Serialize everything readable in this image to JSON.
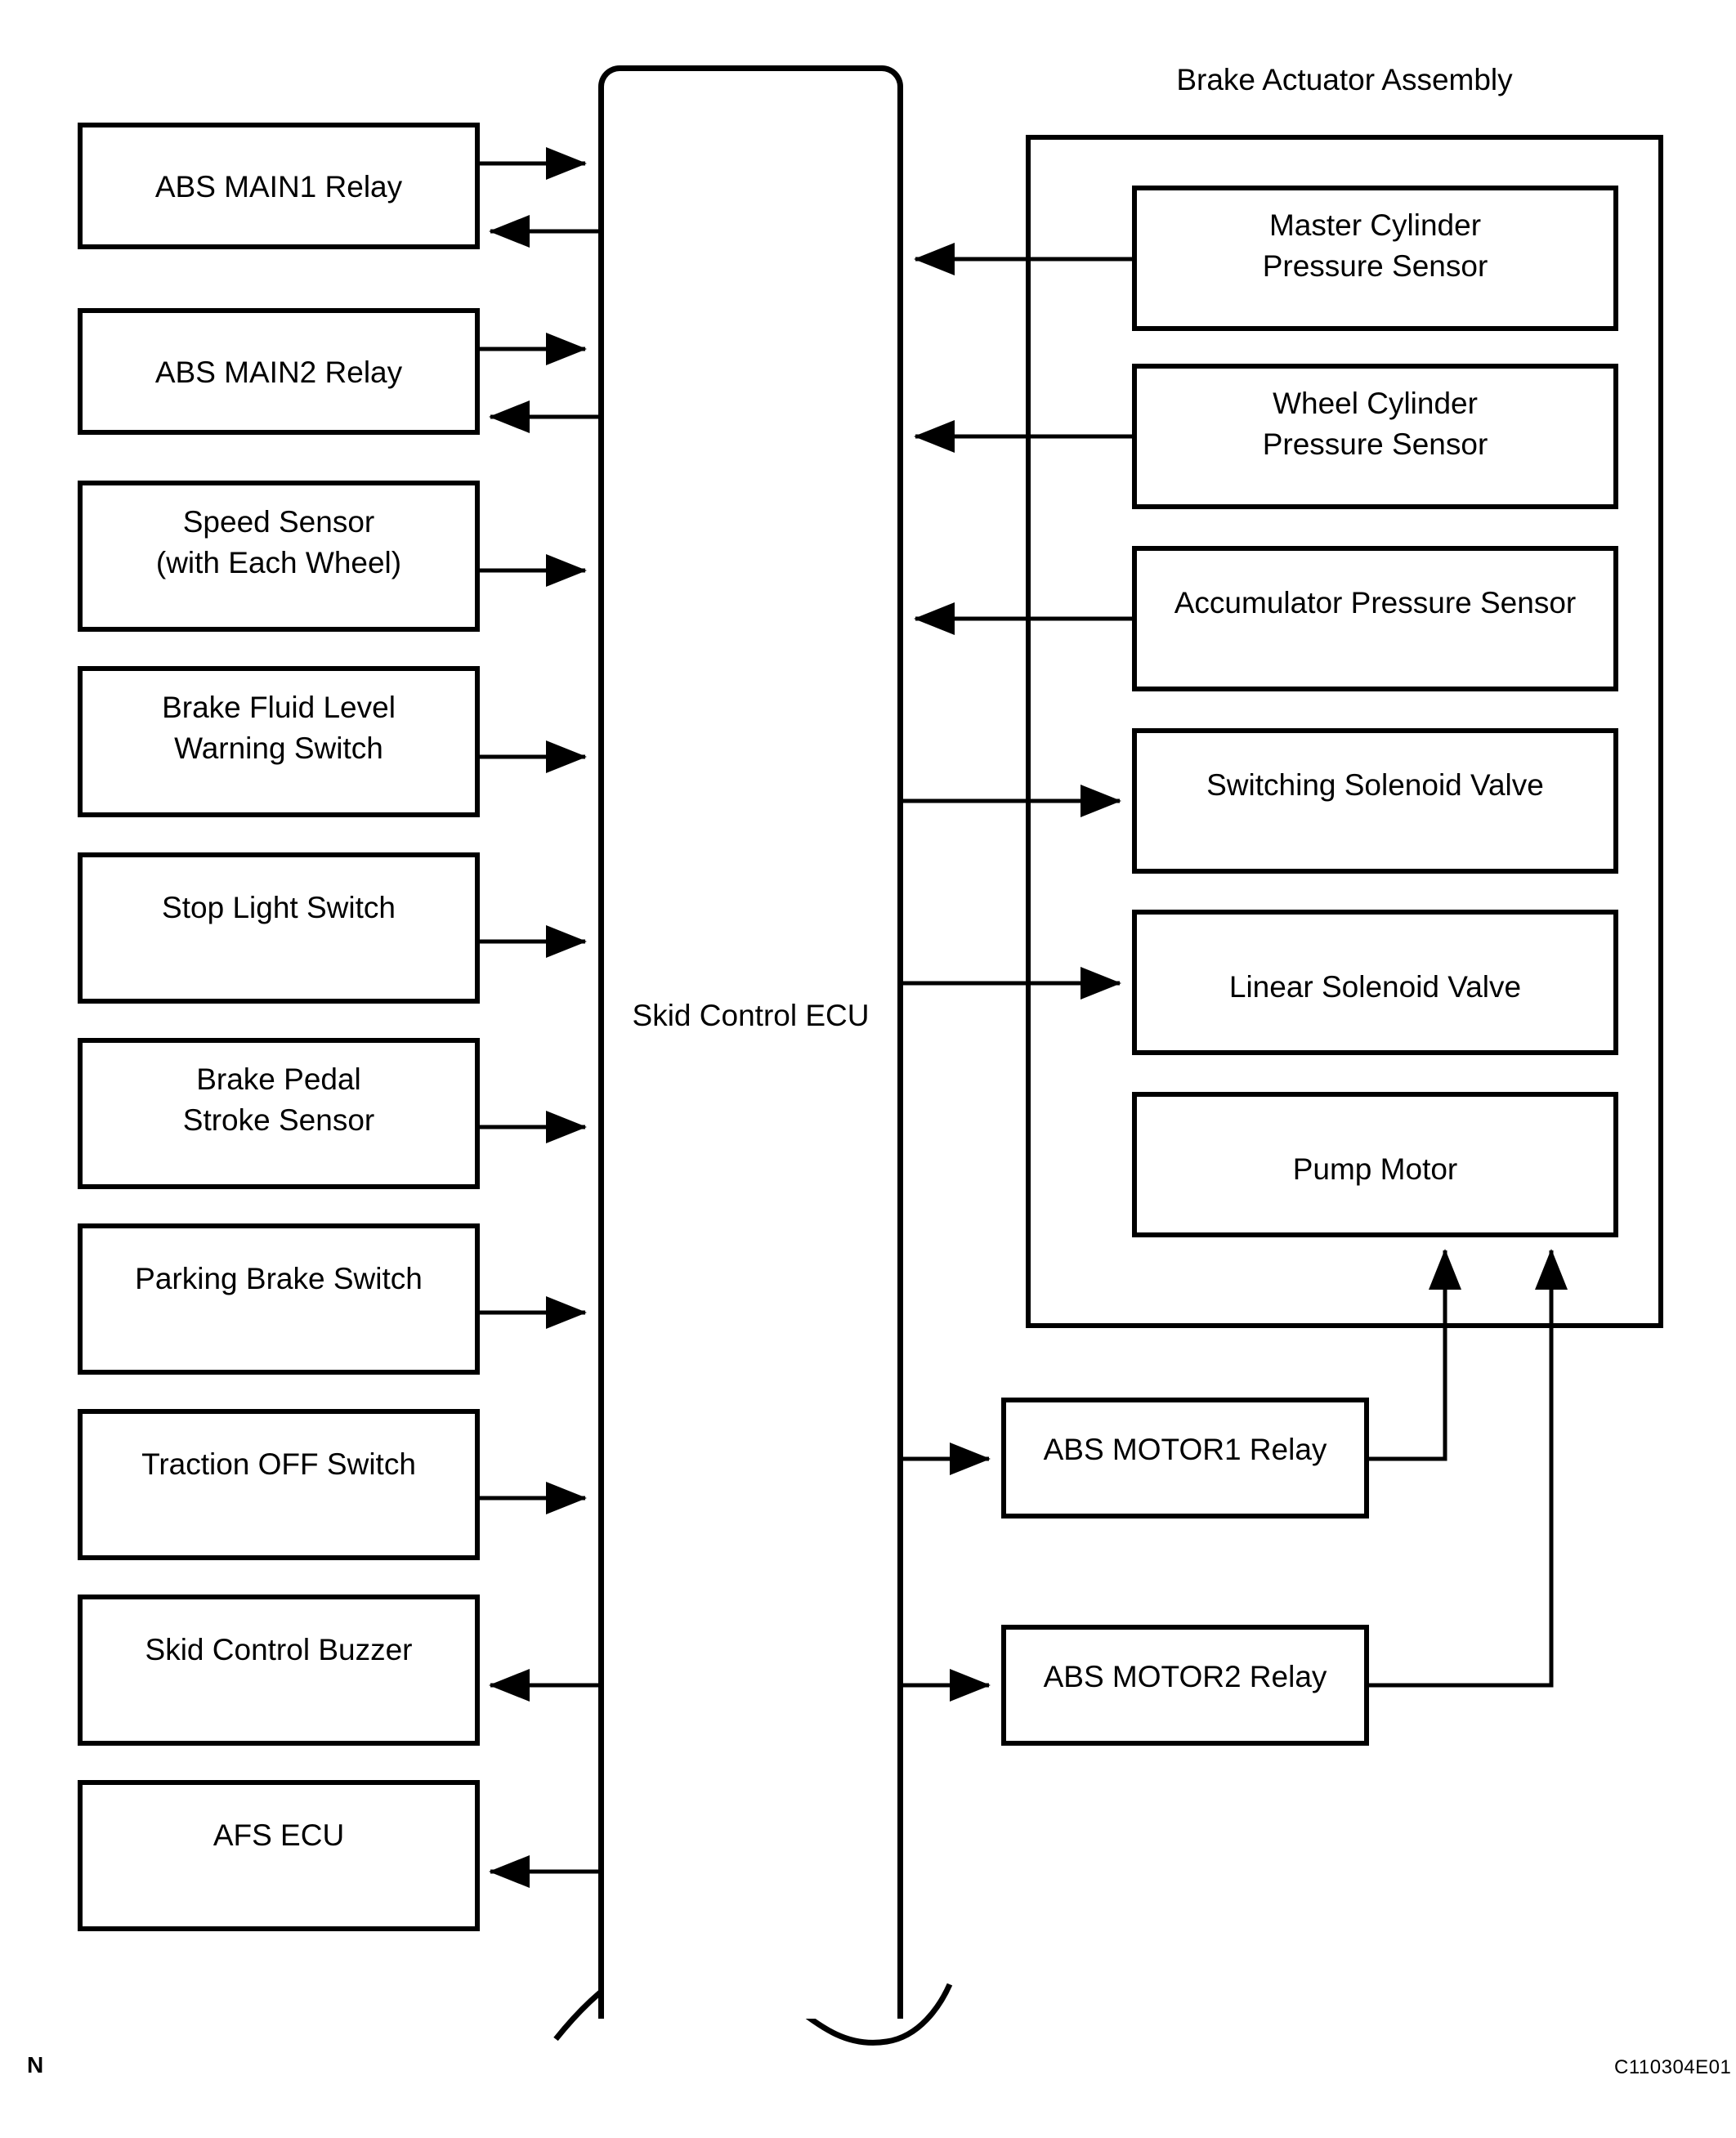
{
  "diagram": {
    "title": "Brake Actuator Assembly",
    "ecu_label": "Skid Control ECU",
    "corner_mark": "N",
    "figure_code": "C110304E01",
    "line_color": "#000000",
    "background": "#ffffff"
  },
  "left_boxes": [
    {
      "label": "ABS MAIN1 Relay"
    },
    {
      "label": "ABS MAIN2 Relay"
    },
    {
      "label": "Speed Sensor\n(with Each Wheel)"
    },
    {
      "label": "Brake Fluid Level\nWarning Switch"
    },
    {
      "label": "Stop Light Switch"
    },
    {
      "label": "Brake Pedal\nStroke Sensor"
    },
    {
      "label": "Parking Brake Switch"
    },
    {
      "label": "Traction OFF Switch"
    },
    {
      "label": "Skid Control Buzzer"
    },
    {
      "label": "AFS ECU"
    }
  ],
  "actuator_boxes": [
    {
      "label": "Master Cylinder\nPressure Sensor"
    },
    {
      "label": "Wheel Cylinder\nPressure Sensor"
    },
    {
      "label": "Accumulator Pressure Sensor"
    },
    {
      "label": "Switching Solenoid Valve"
    },
    {
      "label": "Linear Solenoid Valve"
    },
    {
      "label": "Pump Motor"
    }
  ],
  "relay_boxes": [
    {
      "label": "ABS MOTOR1 Relay"
    },
    {
      "label": "ABS MOTOR2 Relay"
    }
  ],
  "connections": [
    {
      "from": "ABS MAIN1 Relay",
      "to": "Skid Control ECU",
      "direction": "to-ecu"
    },
    {
      "from": "Skid Control ECU",
      "to": "ABS MAIN1 Relay",
      "direction": "from-ecu"
    },
    {
      "from": "ABS MAIN2 Relay",
      "to": "Skid Control ECU",
      "direction": "to-ecu"
    },
    {
      "from": "Skid Control ECU",
      "to": "ABS MAIN2 Relay",
      "direction": "from-ecu"
    },
    {
      "from": "Speed Sensor (with Each Wheel)",
      "to": "Skid Control ECU",
      "direction": "to-ecu"
    },
    {
      "from": "Brake Fluid Level Warning Switch",
      "to": "Skid Control ECU",
      "direction": "to-ecu"
    },
    {
      "from": "Stop Light Switch",
      "to": "Skid Control ECU",
      "direction": "to-ecu"
    },
    {
      "from": "Brake Pedal Stroke Sensor",
      "to": "Skid Control ECU",
      "direction": "to-ecu"
    },
    {
      "from": "Parking Brake Switch",
      "to": "Skid Control ECU",
      "direction": "to-ecu"
    },
    {
      "from": "Traction OFF Switch",
      "to": "Skid Control ECU",
      "direction": "to-ecu"
    },
    {
      "from": "Skid Control ECU",
      "to": "Skid Control Buzzer",
      "direction": "from-ecu"
    },
    {
      "from": "Skid Control ECU",
      "to": "AFS ECU",
      "direction": "from-ecu"
    },
    {
      "from": "Master Cylinder Pressure Sensor",
      "to": "Skid Control ECU",
      "direction": "to-ecu"
    },
    {
      "from": "Wheel Cylinder Pressure Sensor",
      "to": "Skid Control ECU",
      "direction": "to-ecu"
    },
    {
      "from": "Accumulator Pressure Sensor",
      "to": "Skid Control ECU",
      "direction": "to-ecu"
    },
    {
      "from": "Skid Control ECU",
      "to": "Switching Solenoid Valve",
      "direction": "from-ecu"
    },
    {
      "from": "Skid Control ECU",
      "to": "Linear Solenoid Valve",
      "direction": "from-ecu"
    },
    {
      "from": "Skid Control ECU",
      "to": "ABS MOTOR1 Relay",
      "direction": "from-ecu"
    },
    {
      "from": "Skid Control ECU",
      "to": "ABS MOTOR2 Relay",
      "direction": "from-ecu"
    },
    {
      "from": "ABS MOTOR1 Relay",
      "to": "Pump Motor",
      "direction": "up"
    },
    {
      "from": "ABS MOTOR2 Relay",
      "to": "Pump Motor",
      "direction": "up"
    }
  ]
}
